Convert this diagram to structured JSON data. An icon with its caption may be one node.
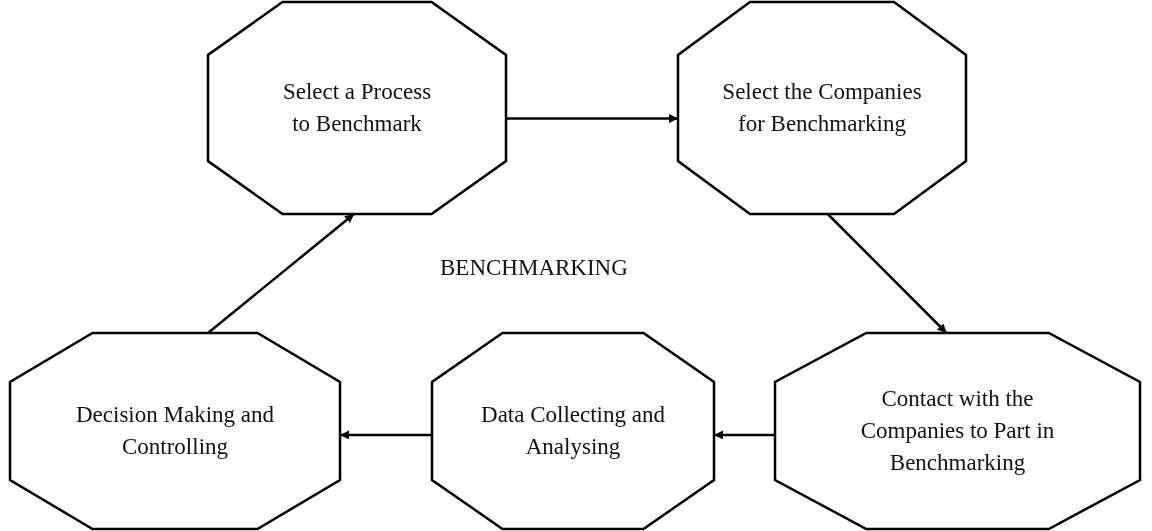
{
  "diagram": {
    "nodes": [
      {
        "text": [
          "Select a Process to Benchmark"
        ]
      },
      {
        "text": [
          "Select the Companies for Benchmarking"
        ]
      },
      {
        "text": [
          "Contact with the Companies to Part in Benchmarking"
        ]
      },
      {
        "text": [
          "Data Collecting and Analysing"
        ]
      },
      {
        "text": [
          "Decision Making and Controlling"
        ]
      }
    ],
    "edges": [
      {
        "from": 0,
        "to": 1,
        "arrow": "to"
      },
      {
        "from": 1,
        "to": 2,
        "arrow": "to"
      },
      {
        "from": 2,
        "to": 3,
        "arrow": "to"
      },
      {
        "from": 3,
        "to": 4,
        "arrow": "to"
      },
      {
        "from": 4,
        "to": 0,
        "arrow": "to"
      }
    ],
    "labels": [
      "BENCHMARKING"
    ]
  }
}
